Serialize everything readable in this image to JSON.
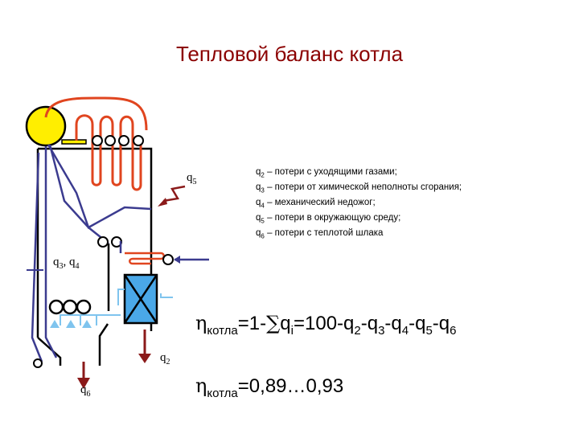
{
  "title": "Тепловой баланс котла",
  "labels": {
    "q5": {
      "sym": "q",
      "sub": "5"
    },
    "q34": {
      "sym1": "q",
      "sub1": "3",
      "sep": ", ",
      "sym2": "q",
      "sub2": "4"
    },
    "q2": {
      "sym": "q",
      "sub": "2"
    },
    "q6": {
      "sym": "q",
      "sub": "6"
    }
  },
  "legend": [
    {
      "sym": "q",
      "sub": "2",
      "text": "– потери с уходящими газами;"
    },
    {
      "sym": "q",
      "sub": "3",
      "text": "– потери от химической неполноты сгорания;"
    },
    {
      "sym": "q",
      "sub": "4",
      "text": "– механический недожог;"
    },
    {
      "sym": "q",
      "sub": "5",
      "text": "– потери в окружающую среду;"
    },
    {
      "sym": "q",
      "sub": "6",
      "text": "– потери с теплотой шлака"
    }
  ],
  "formula1": {
    "eta": "η",
    "eta_sub": "котла",
    "eq": "=1-",
    "sigma": "∑",
    "qi": "q",
    "qi_sub": "i",
    "rest1": "=100-q",
    "s2": "2",
    "m3": "-q",
    "s3": "3",
    "m4": "-q",
    "s4": "4",
    "m5": "-q",
    "s5": "5",
    "m6": "-q",
    "s6": "6"
  },
  "formula2": {
    "eta": "η",
    "eta_sub": "котла",
    "value": "=0,89…0,93"
  },
  "colors": {
    "title": "#8b0000",
    "pipe_blue": "#3b3b8f",
    "pipe_red": "#e0451f",
    "loss_arrow": "#8b1a1a",
    "drum": "#ffee00",
    "hx_fill": "#4aa8e8",
    "light_blue": "#7fc4ee"
  }
}
